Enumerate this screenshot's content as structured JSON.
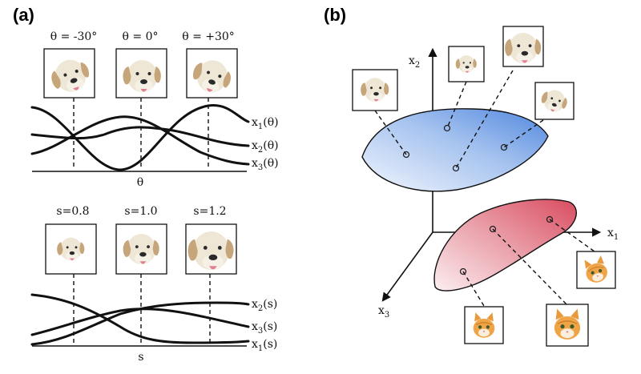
{
  "panel_a": {
    "label": "(a)",
    "rotation": {
      "captions": [
        "θ = -30°",
        "θ = 0°",
        "θ = +30°"
      ],
      "curve_labels": [
        "x",
        "x",
        "x"
      ],
      "curve_subscripts": [
        "1",
        "2",
        "3"
      ],
      "curve_args": [
        "(θ)",
        "(θ)",
        "(θ)"
      ],
      "axis_label": "θ"
    },
    "scale": {
      "captions": [
        "s=0.8",
        "s=1.0",
        "s=1.2"
      ],
      "curve_labels": [
        "x",
        "x",
        "x"
      ],
      "curve_subscripts": [
        "2",
        "3",
        "1"
      ],
      "curve_args": [
        "(s)",
        "(s)",
        "(s)"
      ],
      "axis_label": "s"
    },
    "images": {
      "icon": "dog-face-photo"
    }
  },
  "panel_b": {
    "label": "(b)",
    "axes": {
      "x1": {
        "main": "x",
        "sub": "1"
      },
      "x2": {
        "main": "x",
        "sub": "2"
      },
      "x3": {
        "main": "x",
        "sub": "3"
      }
    },
    "manifolds": [
      {
        "name": "dog manifold",
        "color": "#4f86de",
        "image_icon": "dog-face-photo"
      },
      {
        "name": "cat manifold",
        "color": "#d94c60",
        "image_icon": "cat-face-photo"
      }
    ]
  },
  "colors": {
    "ink": "#111111",
    "blue": "#4f86de",
    "red": "#d94c60",
    "dog_fur": "#efe7d6",
    "cat_fur": "#f0a448"
  }
}
